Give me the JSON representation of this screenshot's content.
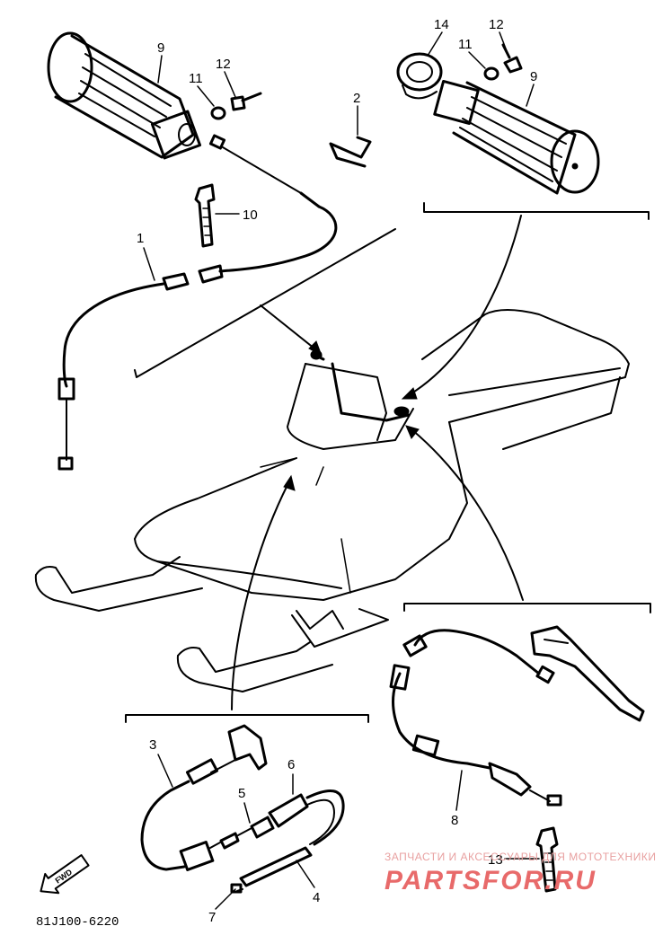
{
  "labels": {
    "l1": "1",
    "l2": "2",
    "l3": "3",
    "l4": "4",
    "l5": "5",
    "l6": "6",
    "l7": "7",
    "l8": "8",
    "l9a": "9",
    "l9b": "9",
    "l10": "10",
    "l11a": "11",
    "l11b": "11",
    "l12a": "12",
    "l12b": "12",
    "l13": "13",
    "l14": "14"
  },
  "footer": {
    "code": "81J100-6220",
    "fwd": "FWD"
  },
  "watermark": {
    "line1": "ЗАПЧАСТИ И АКСЕССУАРЫ ДЛЯ МОТОТЕХНИКИ",
    "line2": "PARTSFOR.RU"
  },
  "colors": {
    "ink": "#000000",
    "watermark": "#e86a6a",
    "background": "#ffffff"
  }
}
